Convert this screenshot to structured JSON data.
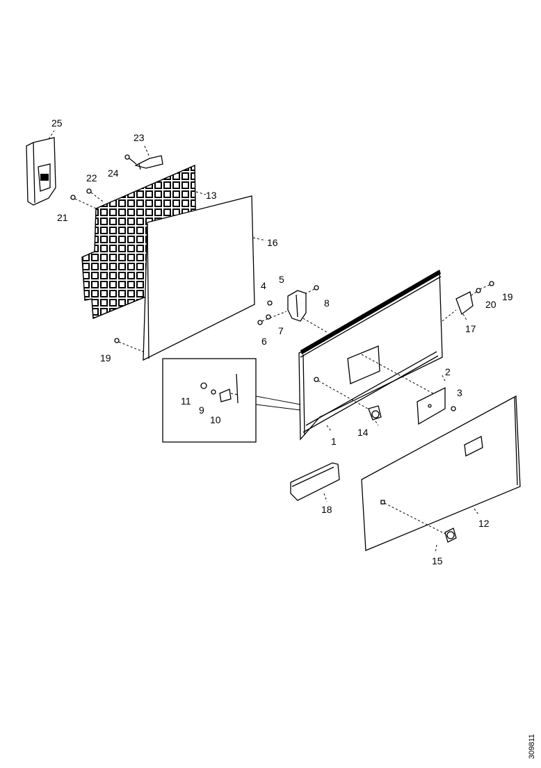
{
  "diagram": {
    "callouts": {
      "c1": "1",
      "c2": "2",
      "c3": "3",
      "c4": "4",
      "c5": "5",
      "c6": "6",
      "c7": "7",
      "c8": "8",
      "c9": "9",
      "c10": "10",
      "c11": "11",
      "c12": "12",
      "c13": "13",
      "c14": "14",
      "c15": "15",
      "c16": "16",
      "c17": "17",
      "c18": "18",
      "c19a": "19",
      "c19b": "19",
      "c20": "20",
      "c21": "21",
      "c22": "22",
      "c23": "23",
      "c24": "24",
      "c25": "25"
    },
    "document_id": "309811"
  }
}
